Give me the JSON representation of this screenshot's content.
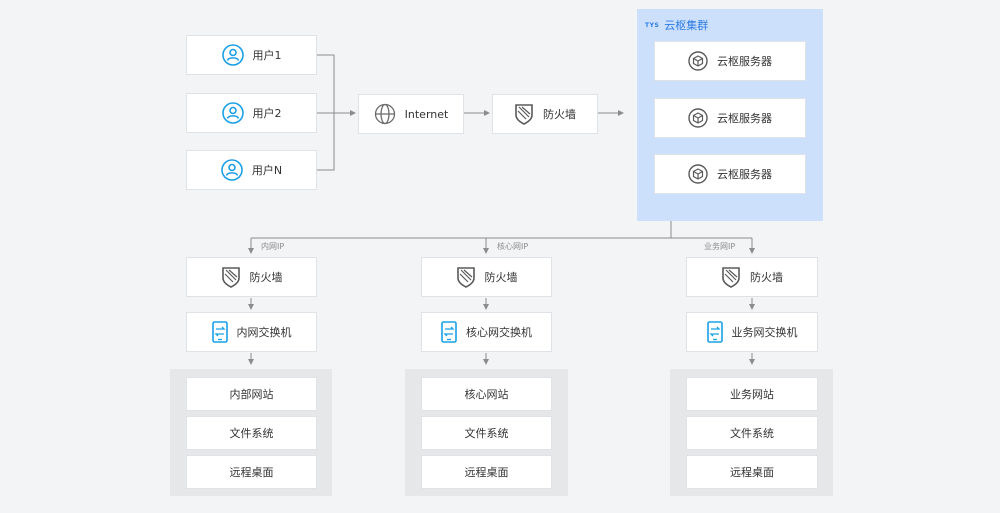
{
  "users": [
    {
      "label": "用户1"
    },
    {
      "label": "用户2"
    },
    {
      "label": "用户N"
    }
  ],
  "internet": {
    "label": "Internet"
  },
  "top_firewall": {
    "label": "防火墙"
  },
  "cluster": {
    "mark": "TYS",
    "title": "云枢集群",
    "servers": [
      {
        "label": "云枢服务器"
      },
      {
        "label": "云枢服务器"
      },
      {
        "label": "云枢服务器"
      }
    ]
  },
  "branches": [
    {
      "ip_label": "内网IP",
      "firewall": "防火墙",
      "switch": "内网交换机",
      "services": [
        "内部网站",
        "文件系统",
        "远程桌面"
      ]
    },
    {
      "ip_label": "核心网IP",
      "firewall": "防火墙",
      "switch": "核心网交换机",
      "services": [
        "核心网站",
        "文件系统",
        "远程桌面"
      ]
    },
    {
      "ip_label": "业务网IP",
      "firewall": "防火墙",
      "switch": "业务网交换机",
      "services": [
        "业务网站",
        "文件系统",
        "远程桌面"
      ]
    }
  ],
  "colors": {
    "accent": "#2b7be5",
    "user_icon": "#1aa0e6",
    "switch_icon": "#1aa0e6",
    "cluster_bg": "#cde0fb",
    "line": "#8c8c8c"
  }
}
